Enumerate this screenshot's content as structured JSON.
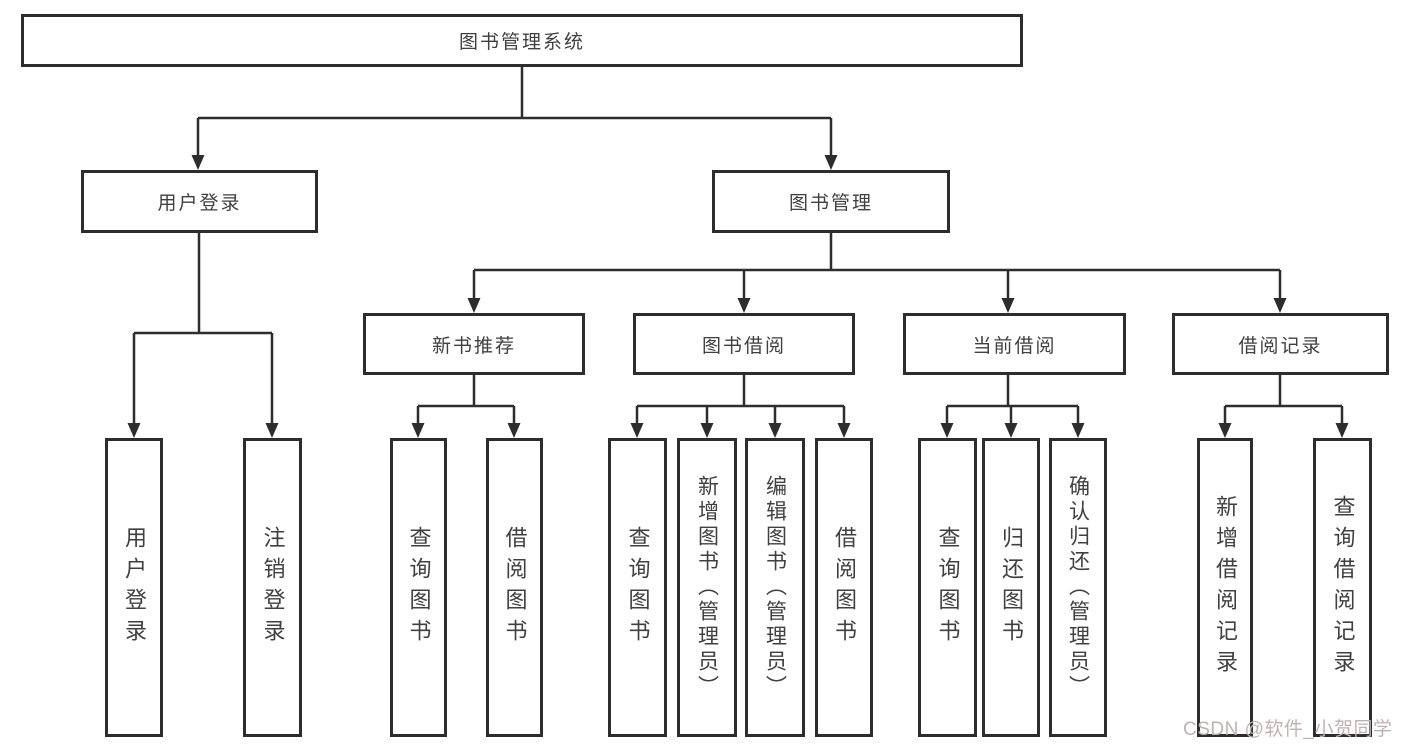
{
  "diagram": {
    "tree": {
      "label": "图书管理系统",
      "children": [
        {
          "label": "用户登录",
          "children": [
            {
              "label": "用户登录"
            },
            {
              "label": "注销登录"
            }
          ]
        },
        {
          "label": "图书管理",
          "children": [
            {
              "label": "新书推荐",
              "children": [
                {
                  "label": "查询图书"
                },
                {
                  "label": "借阅图书"
                }
              ]
            },
            {
              "label": "图书借阅",
              "children": [
                {
                  "label": "查询图书"
                },
                {
                  "label": "新增图书（管理员）"
                },
                {
                  "label": "编辑图书（管理员）"
                },
                {
                  "label": "借阅图书"
                }
              ]
            },
            {
              "label": "当前借阅",
              "children": [
                {
                  "label": "查询图书"
                },
                {
                  "label": "归还图书"
                },
                {
                  "label": "确认归还（管理员）"
                }
              ]
            },
            {
              "label": "借阅记录",
              "children": [
                {
                  "label": "新增借阅记录"
                },
                {
                  "label": "查询借阅记录"
                }
              ]
            }
          ]
        }
      ]
    }
  },
  "watermark": {
    "text": "CSDN @软件_小贺同学"
  },
  "colors": {
    "line": "#2d2d2d",
    "text": "#404040",
    "watermark": "#c0b2b4",
    "background": "#ffffff"
  }
}
